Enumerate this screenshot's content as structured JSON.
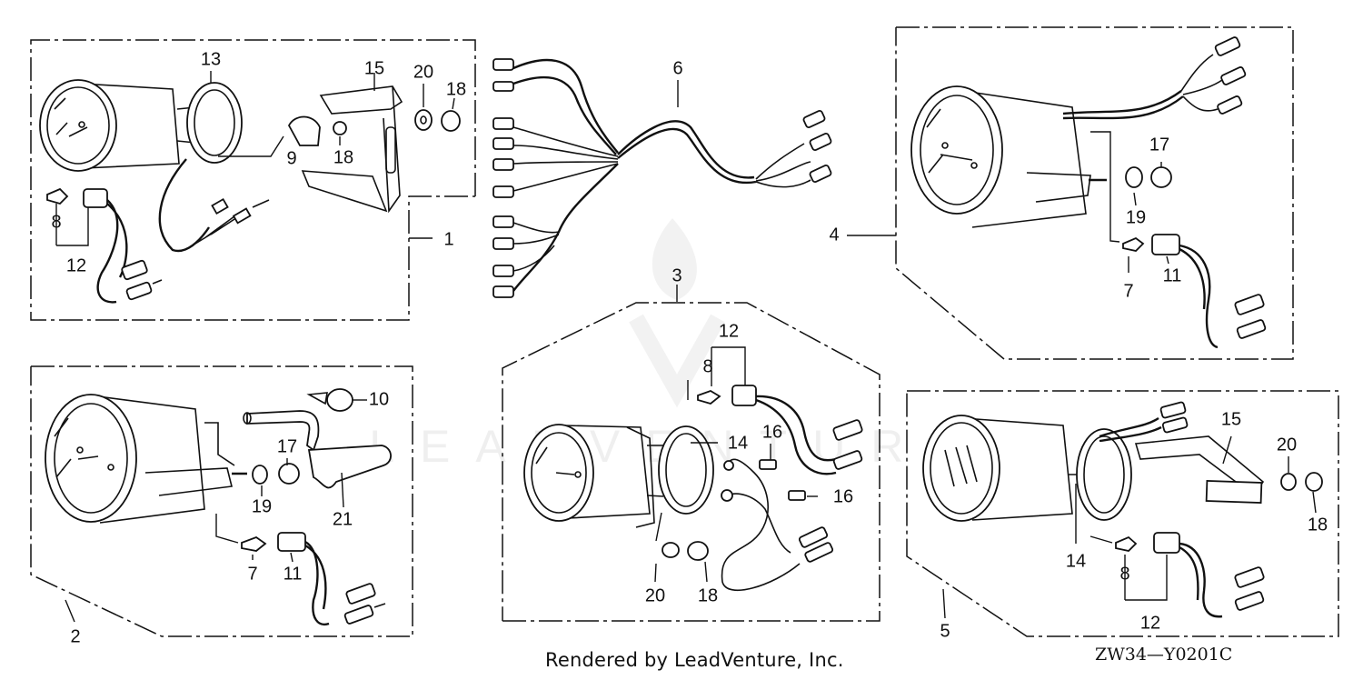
{
  "credit": "Rendered by LeadVenture, Inc.",
  "diagram_code": "ZW34—Y0201C",
  "watermark": "LEADVENTURE",
  "colors": {
    "ink": "#111111",
    "background": "#ffffff"
  },
  "callouts": {
    "g1": {
      "main": "1",
      "c13": "13",
      "c15": "15",
      "c20": "20",
      "c18a": "18",
      "c9": "9",
      "c18b": "18",
      "c8": "8",
      "c12": "12"
    },
    "g2": {
      "main": "2",
      "c10": "10",
      "c17": "17",
      "c19": "19",
      "c21": "21",
      "c7": "7",
      "c11": "11"
    },
    "g3": {
      "main": "3",
      "c12": "12",
      "c8": "8",
      "c14": "14",
      "c16a": "16",
      "c16b": "16",
      "c20": "20",
      "c18": "18"
    },
    "g4": {
      "main": "4",
      "c17": "17",
      "c19": "19",
      "c7": "7",
      "c11": "11"
    },
    "g5": {
      "main": "5",
      "c15": "15",
      "c20": "20",
      "c18": "18",
      "c14": "14",
      "c8": "8",
      "c12": "12"
    },
    "harness": {
      "main": "6"
    }
  }
}
